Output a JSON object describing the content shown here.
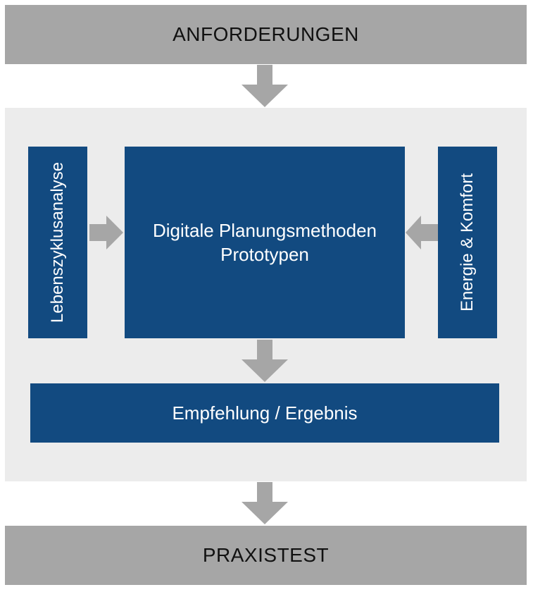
{
  "top_bar": {
    "label": "ANFORDERUNGEN"
  },
  "left_box": {
    "label": "Lebenszyklusanalyse"
  },
  "center_box": {
    "line1": "Digitale Planungsmethoden",
    "line2": "Prototypen"
  },
  "right_box": {
    "label": "Energie & Komfort"
  },
  "result_box": {
    "label": "Empfehlung / Ergebnis"
  },
  "bottom_bar": {
    "label": "PRAXISTEST"
  },
  "colors": {
    "gray_bar": "#a6a6a6",
    "panel": "#ececec",
    "blue": "#124a80",
    "arrow": "#a6a6a6"
  }
}
